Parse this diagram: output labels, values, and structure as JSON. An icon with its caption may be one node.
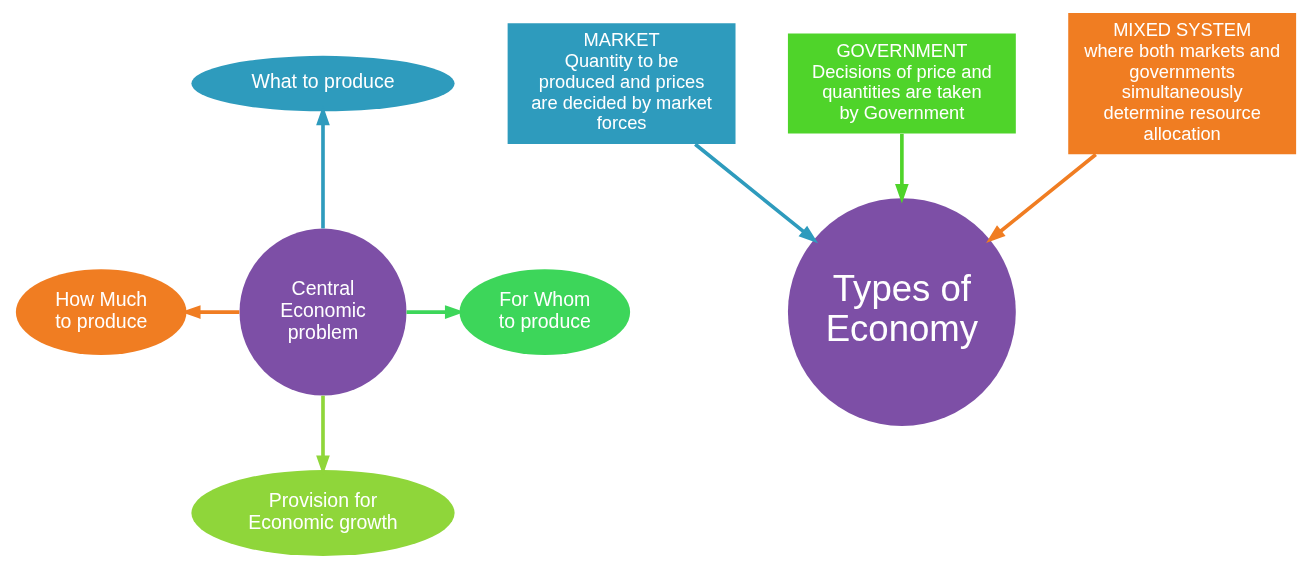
{
  "diagram": {
    "nodes": [
      {
        "text": [
          "Central Economic problem"
        ]
      },
      {
        "text": [
          "What to produce"
        ]
      },
      {
        "text": [
          "For Whom to produce"
        ]
      },
      {
        "text": [
          "Provision for Economic growth"
        ]
      },
      {
        "text": [
          "How Much to produce"
        ]
      },
      {
        "text": [
          "MARKET",
          "Quantity to be produced and prices are decided by market forces"
        ]
      },
      {
        "text": [
          "GOVERNMENT",
          "Decisions of price and quantities are taken by Government"
        ]
      },
      {
        "text": [
          "MIXED SYSTEM",
          "where both markets and governments simultaneously determine resource allocation"
        ]
      },
      {
        "text": [
          "Types of Economy"
        ]
      }
    ],
    "edges": [
      {
        "from": 0,
        "to": 1,
        "arrow": "to",
        "color": "#2e9bbd"
      },
      {
        "from": 0,
        "to": 2,
        "arrow": "to",
        "color": "#3dd65a"
      },
      {
        "from": 0,
        "to": 3,
        "arrow": "to",
        "color": "#8fd63a"
      },
      {
        "from": 0,
        "to": 4,
        "arrow": "to",
        "color": "#f07d22"
      },
      {
        "from": 5,
        "to": 8,
        "arrow": "to",
        "color": "#2e9bbd"
      },
      {
        "from": 6,
        "to": 8,
        "arrow": "to",
        "color": "#4fd42a"
      },
      {
        "from": 7,
        "to": 8,
        "arrow": "to",
        "color": "#f07d22"
      }
    ]
  }
}
